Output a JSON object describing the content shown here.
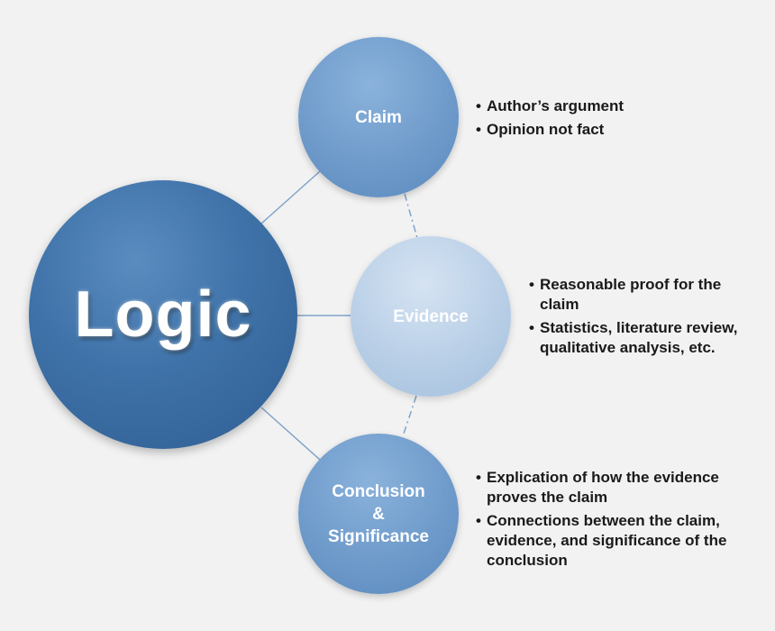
{
  "diagram": {
    "center": {
      "label": "Logic"
    },
    "nodes": [
      {
        "id": "claim",
        "label_lines": [
          "Claim"
        ],
        "bullets": [
          "Author’s argument",
          "Opinion not fact"
        ]
      },
      {
        "id": "evidence",
        "label_lines": [
          "Evidence"
        ],
        "bullets": [
          "Reasonable proof for the claim",
          "Statistics, literature review, qualitative analysis, etc."
        ]
      },
      {
        "id": "conclusion",
        "label_lines": [
          "Conclusion",
          "&",
          "Significance"
        ],
        "bullets": [
          "Explication of how the evidence proves the claim",
          "Connections between the claim, evidence, and significance of the conclusion"
        ]
      }
    ],
    "colors": {
      "center": "#3f72a8",
      "claim": "#6f9bcb",
      "evidence": "#b9cfe7",
      "conclusion": "#6f9bcb",
      "connector": "#7fa3c9",
      "background": "#f2f2f2"
    }
  }
}
